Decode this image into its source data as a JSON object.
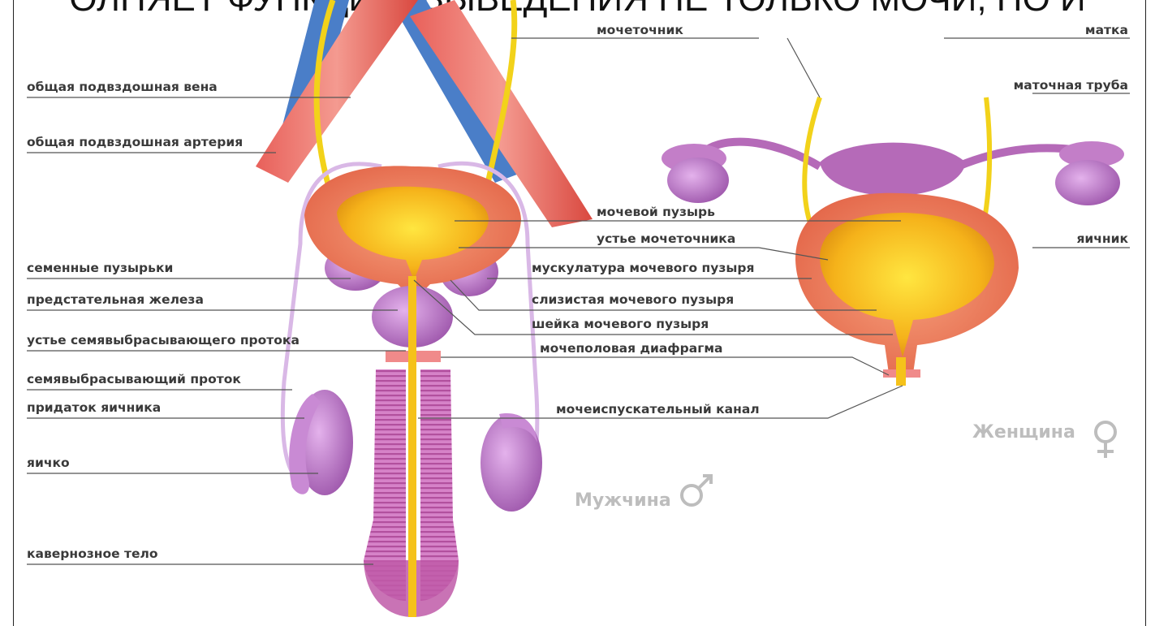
{
  "header": {
    "text": "ОЛНЯЕТ ФУНКЦИЮ ВЫВЕДЕНИЯ НЕ ТОЛЬКО МОЧИ, НО И"
  },
  "labels_left": {
    "iliac_vein": "общая подвздошная вена",
    "iliac_artery": "общая подвздошная артерия",
    "seminal_vesicles": "семенные пузырьки",
    "prostate": "предстательная железа",
    "ejaculatory_orifice": "устье семявыбрасывающего протока",
    "ejaculatory_duct": "семявыбрасывающий проток",
    "epididymis": "придаток яичника",
    "testis": "яичко",
    "cavernous_body": "кавернозное тело"
  },
  "labels_center": {
    "ureter": "мочеточник",
    "bladder": "мочевой пузырь",
    "ureter_orifice": "устье мочеточника",
    "bladder_muscle": "мускулатура мочевого пузыря",
    "bladder_mucosa": "слизистая мочевого пузыря",
    "bladder_neck": "шейка мочевого пузыря",
    "urogenital_diaphragm": "мочеполовая диафрагма",
    "urethra": "мочеиспускательный канал"
  },
  "labels_right": {
    "uterus": "матка",
    "fallopian_tube": "маточная труба",
    "ovary": "яичник"
  },
  "sex_labels": {
    "male": "Мужчина",
    "female": "Женщина"
  },
  "colors": {
    "artery": "#e8605a",
    "vein": "#4a7ec8",
    "ureter": "#f2d21a",
    "bladder_wall": "#ec7a5e",
    "bladder_lumen": "#f5b21a",
    "gland": "#b27ac4",
    "uterus": "#b56ab8",
    "sex_label": "#bdbdbd"
  }
}
